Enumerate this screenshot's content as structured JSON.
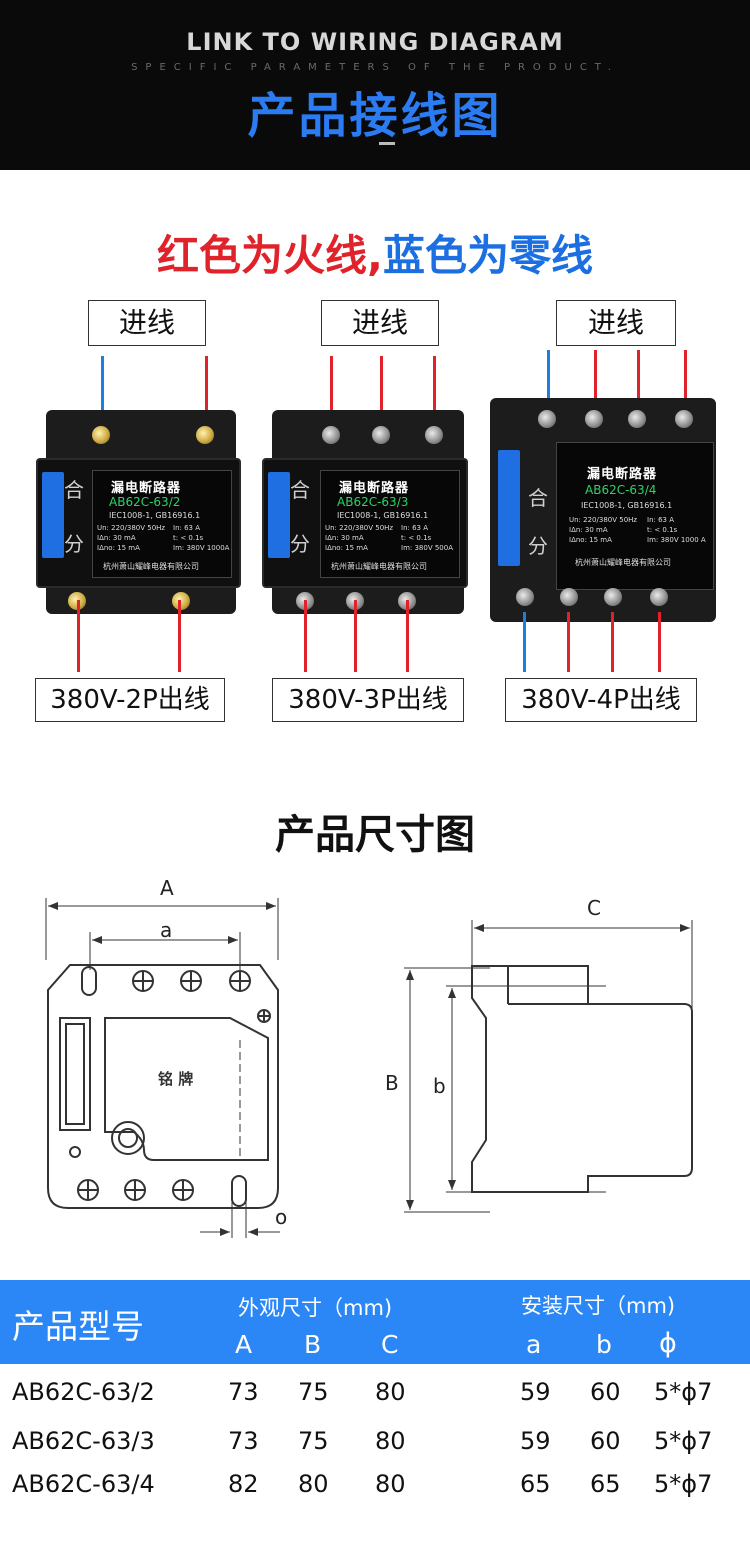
{
  "header": {
    "title_en": "LINK TO WIRING DIAGRAM",
    "subtitle_en": "SPECIFIC PARAMETERS OF THE PRODUCT.",
    "title_cn": "产品接线图"
  },
  "wiring": {
    "title_red": "红色为火线,",
    "title_blue": "蓝色为零线",
    "colors": {
      "live": "#e0222a",
      "neutral": "#1b7fe0",
      "switch": "#1f6fe3",
      "header_accent": "#2b7bf2"
    },
    "input_label": "进线",
    "breakers": [
      {
        "plate_title": "漏电断路器",
        "model": "AB62C-63/2",
        "standard": "IEC1008-1, GB16916.1",
        "spec_left": "Un: 220/380V 50Hz\nIΔn: 30 mA\nIΔno: 15 mA",
        "spec_right": "In: 63 A\nt: < 0.1s\nIm: 380V 1000A",
        "company": "杭州萧山耀峰电器有限公司",
        "switch_on": "合",
        "switch_off": "分",
        "output_label": "380V-2P出线"
      },
      {
        "plate_title": "漏电断路器",
        "model": "AB62C-63/3",
        "standard": "IEC1008-1, GB16916.1",
        "spec_left": "Un: 220/380V 50Hz\nIΔn: 30 mA\nIΔno: 15 mA",
        "spec_right": "In: 63 A\nt: < 0.1s\nIm: 380V 500A",
        "company": "杭州萧山耀峰电器有限公司",
        "switch_on": "合",
        "switch_off": "分",
        "output_label": "380V-3P出线"
      },
      {
        "plate_title": "漏电断路器",
        "model": "AB62C-63/4",
        "standard": "IEC1008-1, GB16916.1",
        "spec_left": "Un: 220/380V 50Hz\nIΔn: 30 mA\nIΔno: 15 mA",
        "spec_right": "In: 63 A\nt: < 0.1s\nIm: 380V 1000 A",
        "company": "杭州萧山耀峰电器有限公司",
        "switch_on": "合",
        "switch_off": "分",
        "output_label": "380V-4P出线"
      }
    ]
  },
  "dimensions": {
    "title": "产品尺寸图",
    "front": {
      "A": "A",
      "a": "a",
      "o": "o",
      "nameplate": "铭 牌"
    },
    "side": {
      "C": "C",
      "B": "B",
      "b": "b"
    }
  },
  "table": {
    "model_header": "产品型号",
    "outer_header": "外观尺寸（mm)",
    "install_header": "安装尺寸（mm)",
    "cols": [
      "A",
      "B",
      "C",
      "a",
      "b",
      "ϕ"
    ],
    "rows": [
      {
        "model": "AB62C-63/2",
        "A": "73",
        "B": "75",
        "C": "80",
        "a": "59",
        "b": "60",
        "phi": "5*ϕ7"
      },
      {
        "model": "AB62C-63/3",
        "A": "73",
        "B": "75",
        "C": "80",
        "a": "59",
        "b": "60",
        "phi": "5*ϕ7"
      },
      {
        "model": "AB62C-63/4",
        "A": "82",
        "B": "80",
        "C": "80",
        "a": "65",
        "b": "65",
        "phi": "5*ϕ7"
      }
    ]
  }
}
